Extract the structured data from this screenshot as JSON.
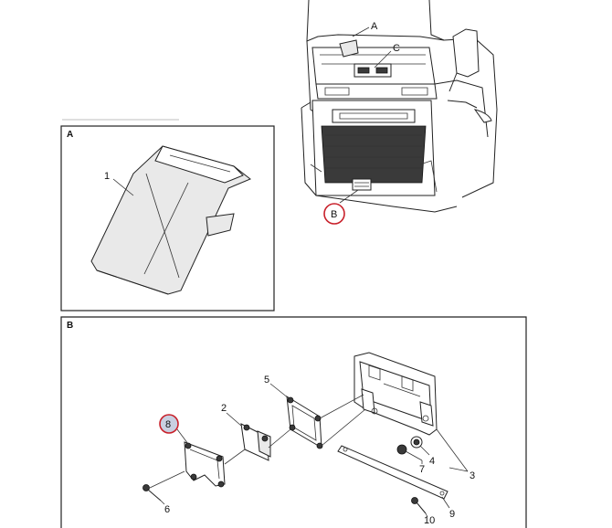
{
  "panels": {
    "detail_a": {
      "label": "A"
    },
    "detail_b": {
      "label": "B"
    }
  },
  "truck_callouts": {
    "a": "A",
    "b": "B",
    "c": "C"
  },
  "parts": {
    "p1": "1",
    "p2": "2",
    "p3": "3",
    "p4": "4",
    "p5": "5",
    "p6": "6",
    "p7": "7",
    "p8": "8",
    "p9": "9",
    "p10": "10"
  },
  "highlight_color": "#c8202a"
}
